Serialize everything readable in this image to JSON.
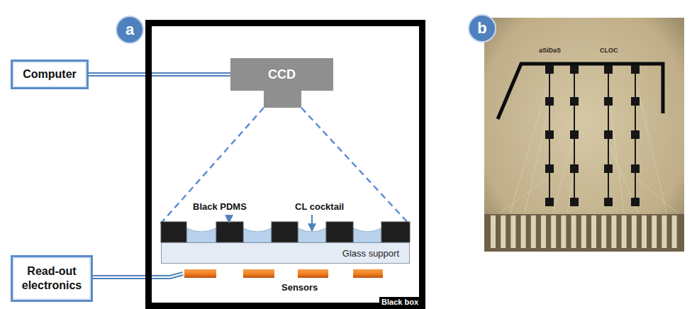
{
  "diagram": {
    "nodes": [
      {
        "text": [
          "a"
        ]
      },
      {
        "text": [
          "Black box"
        ]
      },
      {
        "text": [
          "CCD"
        ],
        "in": 1
      },
      {
        "text": [
          "Glass support"
        ],
        "in": 1
      },
      {
        "text": [
          "Computer"
        ]
      },
      {
        "text": [
          "Read-out electronics"
        ]
      },
      {
        "text": [
          "b"
        ]
      }
    ],
    "edges": [
      {
        "from": 4,
        "to": 2,
        "arrow": "none"
      }
    ],
    "labels": [
      "Black PDMS",
      "CL cocktail",
      "Sensors",
      "aSiDaS",
      "CLOC"
    ]
  }
}
